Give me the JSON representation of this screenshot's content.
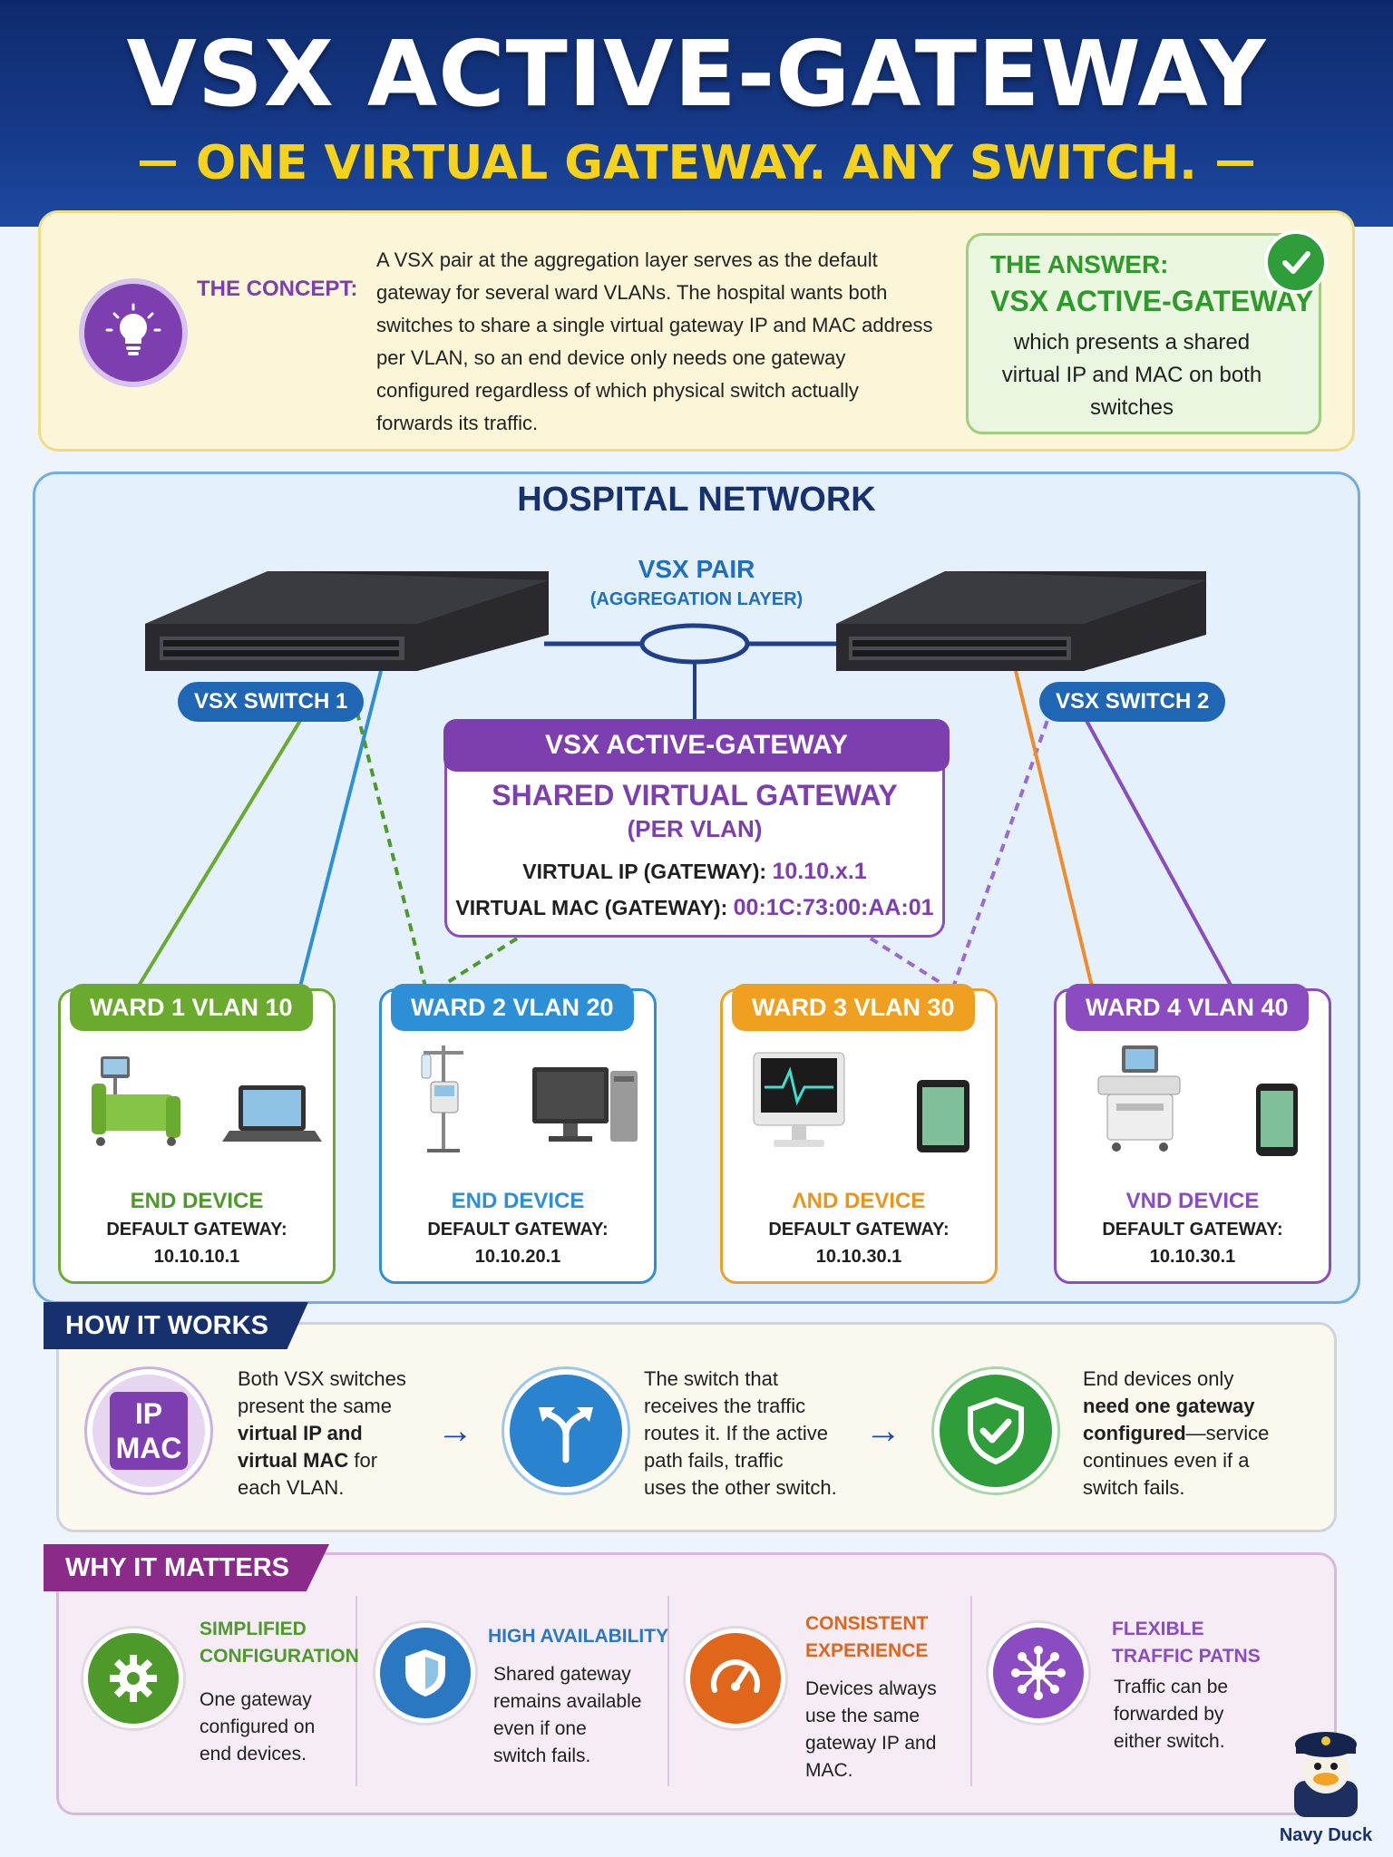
{
  "header": {
    "title": "VSX ACTIVE-GATEWAY",
    "subtitle": "ONE VIRTUAL GATEWAY. ANY SWITCH."
  },
  "concept": {
    "label": "THE CONCEPT:",
    "text": "A VSX pair at the aggregation layer serves as the default gateway for several ward VLANs. The hospital wants both switches to share a single virtual gateway IP and MAC address per VLAN, so an end device only needs one gateway configured regardless of which physical switch actually forwards its traffic.",
    "answer_label": "THE ANSWER:",
    "answer_title": "VSX ACTIVE-GATEWAY",
    "answer_text": "which presents a shared virtual IP and MAC on both switches"
  },
  "network": {
    "title": "HOSPITAL NETWORK",
    "pair_title": "VSX PAIR",
    "pair_sub": "(AGGREGATION LAYER)",
    "switch1": "VSX SWITCH 1",
    "switch2": "VSX SWITCH 2",
    "ag_header": "VSX ACTIVE-GATEWAY",
    "ag_line1": "SHARED VIRTUAL GATEWAY",
    "ag_line2": "(PER VLAN)",
    "vip_label": "VIRTUAL IP (GATEWAY):",
    "vip_value": "10.10.x.1",
    "vmac_label": "VIRTUAL MAC (GATEWAY):",
    "vmac_value": "00:1C:73:00:AA:01",
    "wards": [
      {
        "title": "WARD 1 VLAN 10",
        "device": "END DEVICE",
        "gw_label": "DEFAULT GATEWAY:",
        "gw": "10.10.10.1",
        "color": "#6aab2f"
      },
      {
        "title": "WARD 2 VLAN 20",
        "device": "END DEVICE",
        "gw_label": "DEFAULT GATEWAY:",
        "gw": "10.10.20.1",
        "color": "#2d8fd5"
      },
      {
        "title": "WARD 3 VLAN 30",
        "device": "ɅND DEVICE",
        "gw_label": "DEFAULT GATEWAY:",
        "gw": "10.10.30.1",
        "color": "#f0a020"
      },
      {
        "title": "WARD 4 VLAN 40",
        "device": "VND DEVICE",
        "gw_label": "DEFAULT GATEWAY:",
        "gw": "10.10.30.1",
        "color": "#8a4cc0"
      }
    ]
  },
  "how": {
    "tag": "HOW IT WORKS",
    "icon1_line1": "IP",
    "icon1_line2": "MAC",
    "step1": {
      "l1": "Both VSX switches",
      "l2": "present the same",
      "l3b": "virtual IP and",
      "l4b": "virtual MAC",
      "l4": " for",
      "l5": "each VLAN."
    },
    "step2": {
      "l1": "The switch that",
      "l2": "receives the traffic",
      "l3": "routes it. If the active",
      "l4": "path fails, traffic",
      "l5": "uses the other switch."
    },
    "step3": {
      "l1": "End devices only",
      "l2b": "need one gateway",
      "l3b": "configured",
      "l3": "—service",
      "l4": "continues even if a",
      "l5": "switch fails."
    }
  },
  "why": {
    "tag": "WHY IT MATTERS",
    "items": [
      {
        "title1": "SIMPLIFIED",
        "title2": "CONFIGURATION",
        "text1": "One gateway",
        "text2": "configured on",
        "text3": "end devices.",
        "color": "#4d9a2a"
      },
      {
        "title1": "HIGH AVAILABILITY",
        "title2": "",
        "text1": "Shared gateway",
        "text2": "remains available",
        "text3": "even if one",
        "text4": "switch fails.",
        "color": "#2a78c2"
      },
      {
        "title1": "CONSISTENT",
        "title2": "EXPERIENCE",
        "text1": "Devices always",
        "text2": "use the same",
        "text3": "gateway IP and",
        "text4": "MAC.",
        "color": "#e0661c"
      },
      {
        "title1": "FLEXIBLE",
        "title2": "TRAFFIC PATNS",
        "text1": "Traffic can be",
        "text2": "forwarded by",
        "text3": "either switch.",
        "color": "#8a4cc0"
      }
    ]
  },
  "brand": "Navy Duck"
}
